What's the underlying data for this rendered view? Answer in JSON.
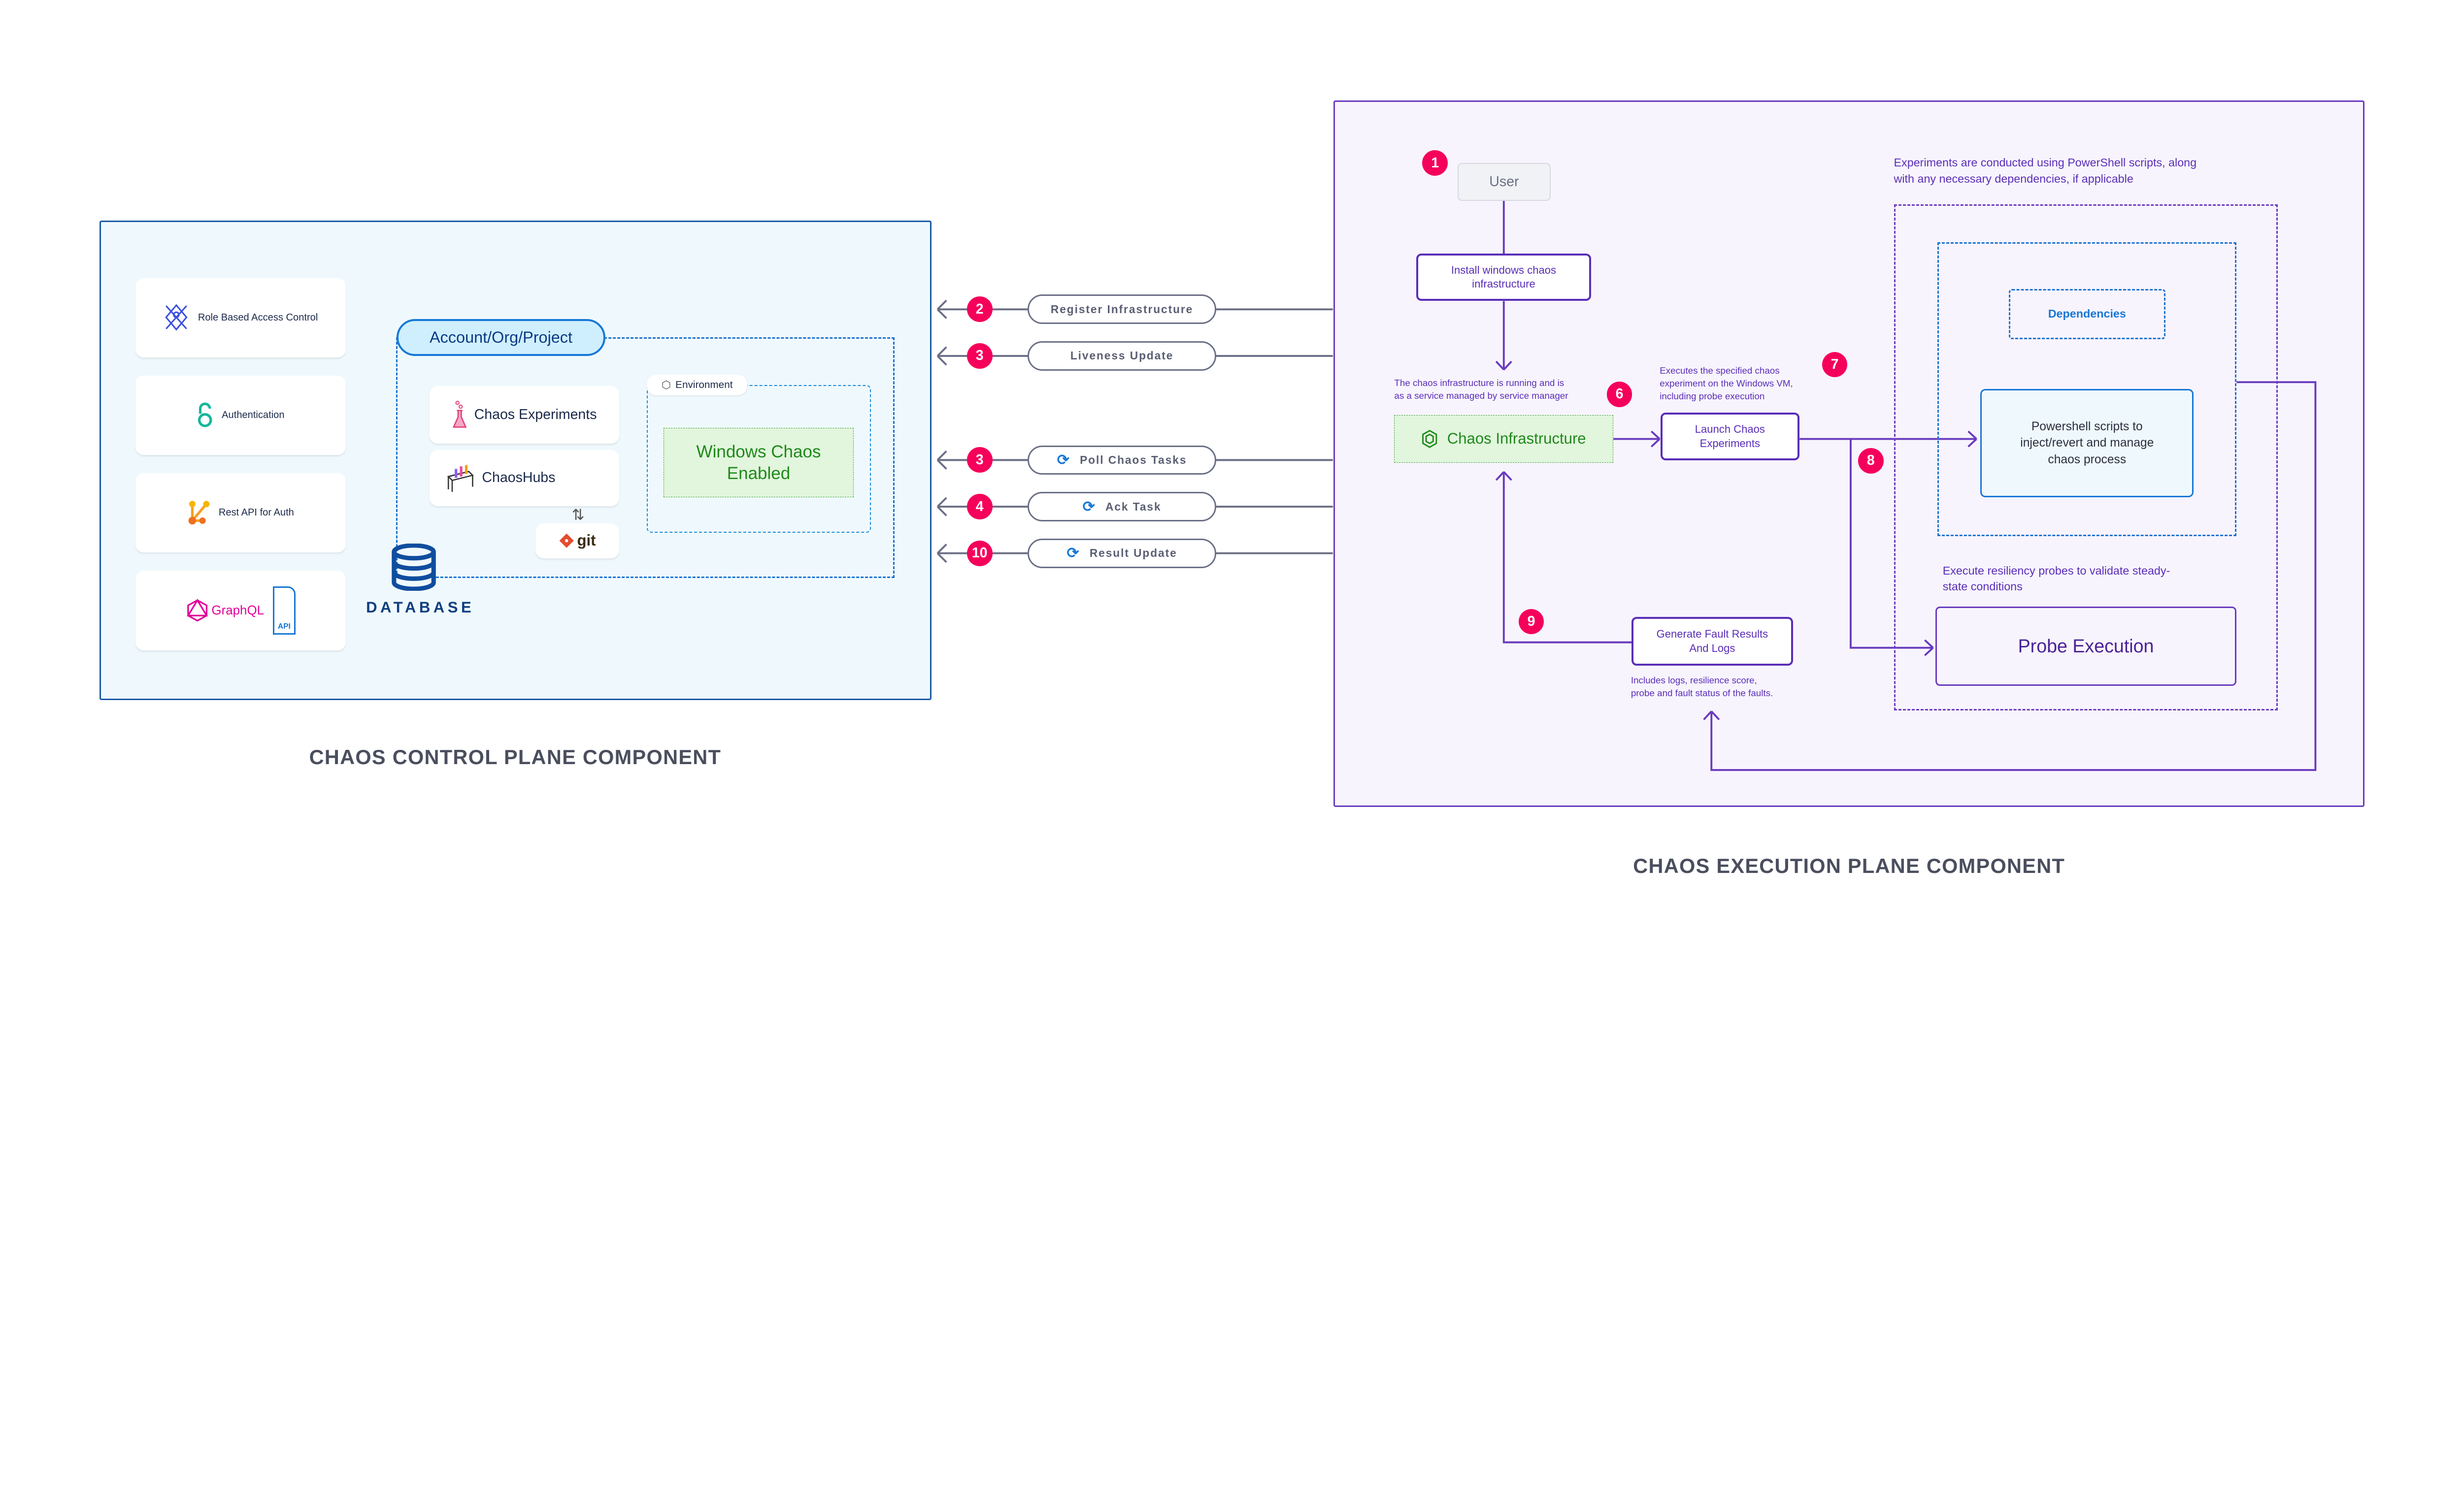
{
  "control_plane": {
    "title": "CHAOS CONTROL PLANE COMPONENT",
    "cards": [
      {
        "label": "Role Based Access Control",
        "icon": "rbac-icon"
      },
      {
        "label": "Authentication",
        "icon": "open-lock-icon"
      },
      {
        "label": "Rest API for Auth",
        "icon": "rest-api-icon"
      },
      {
        "label": "GraphQL",
        "icon": "graphql-icon",
        "badge": "API"
      }
    ],
    "scope_label": "Account/Org/Project",
    "chaos_experiments": "Chaos Experiments",
    "chaoshubs": "ChaosHubs",
    "git": "git",
    "environment": "Environment",
    "windows_chaos": "Windows Chaos Enabled",
    "database": "DATABASE"
  },
  "messages": [
    {
      "step": "2",
      "label": "Register Infrastructure",
      "icon": null
    },
    {
      "step": "3",
      "label": "Liveness Update",
      "icon": null
    },
    {
      "step": "3",
      "label": "Poll Chaos Tasks",
      "icon": "sync-icon"
    },
    {
      "step": "4",
      "label": "Ack Task",
      "icon": "sync-icon"
    },
    {
      "step": "10",
      "label": "Result Update",
      "icon": "sync-icon"
    }
  ],
  "execution_plane": {
    "title": "CHAOS EXECUTION PLANE COMPONENT",
    "user": "User",
    "install": "Install windows chaos infrastructure",
    "infra_note": [
      "The chaos infrastructure is running and is",
      "as a service managed by service manager"
    ],
    "chaos_infrastructure": "Chaos Infrastructure",
    "launch": "Launch Chaos Experiments",
    "launch_note": [
      "Executes the specified chaos",
      "experiment on the Windows VM,",
      "including probe execution"
    ],
    "experiments_note": [
      "Experiments are conducted using PowerShell scripts, along",
      "with any necessary dependencies, if applicable"
    ],
    "dependencies": "Dependencies",
    "powershell": "Powershell scripts to inject/revert and manage chaos process",
    "probe_note": [
      "Execute resiliency probes to validate steady-",
      "state conditions"
    ],
    "probe_execution": "Probe Execution",
    "generate": "Generate Fault Results And Logs",
    "generate_note": [
      "Includes logs, resilience score,",
      "probe and fault status of the faults."
    ],
    "steps": {
      "user": "1",
      "infra": "6",
      "launch": "7",
      "branch": "8",
      "results": "9"
    }
  },
  "colors": {
    "step_badge": "#f5005a",
    "control_border": "#1a5aa6",
    "execution_border": "#6a3bbe",
    "green": "#1e8a1a"
  }
}
